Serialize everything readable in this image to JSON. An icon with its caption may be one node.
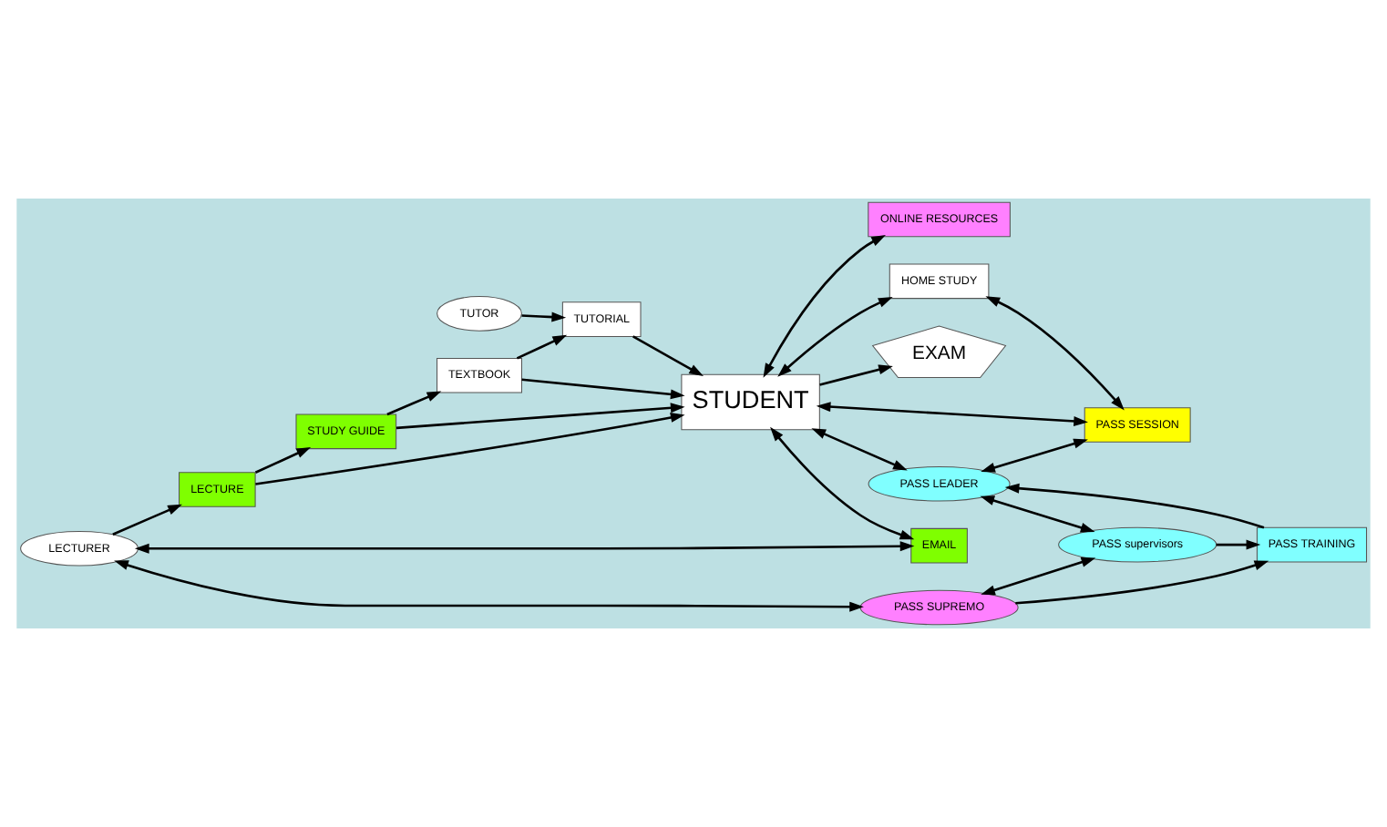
{
  "diagram": {
    "nodes": [
      {
        "text": [
          "TEXTBOOK"
        ]
      },
      {
        "text": [
          "STUDY GUIDE"
        ]
      },
      {
        "text": [
          "TUTORIAL"
        ]
      },
      {
        "text": [
          "TUTOR"
        ]
      },
      {
        "text": [
          "LECTURE"
        ]
      },
      {
        "text": [
          "LECTURER"
        ]
      },
      {
        "text": [
          "STUDENT"
        ]
      },
      {
        "text": [
          "ONLINE RESOURCES"
        ]
      },
      {
        "text": [
          "EMAIL"
        ]
      },
      {
        "text": [
          "HOME STUDY"
        ]
      },
      {
        "text": [
          "EXAM"
        ]
      },
      {
        "text": [
          "PASS SUPREMO"
        ]
      },
      {
        "text": [
          "PASS LEADER"
        ]
      },
      {
        "text": [
          "PASS SESSION"
        ]
      },
      {
        "text": [
          "PASS supervisors"
        ]
      },
      {
        "text": [
          "PASS TRAINING"
        ]
      }
    ],
    "edges": [
      {
        "from": 5,
        "to": 4,
        "arrow": "to"
      },
      {
        "from": 4,
        "to": 1,
        "arrow": "to"
      },
      {
        "from": 1,
        "to": 0,
        "arrow": "to"
      },
      {
        "from": 1,
        "to": 6,
        "arrow": "to"
      },
      {
        "from": 4,
        "to": 6,
        "arrow": "to"
      },
      {
        "from": 0,
        "to": 6,
        "arrow": "to"
      },
      {
        "from": 0,
        "to": 2,
        "arrow": "to"
      },
      {
        "from": 3,
        "to": 2,
        "arrow": "to"
      },
      {
        "from": 2,
        "to": 6,
        "arrow": "to"
      },
      {
        "from": 6,
        "to": 7,
        "arrow": "both"
      },
      {
        "from": 6,
        "to": 10,
        "arrow": "to"
      },
      {
        "from": 6,
        "to": 9,
        "arrow": "both"
      },
      {
        "from": 6,
        "to": 13,
        "arrow": "both"
      },
      {
        "from": 6,
        "to": 12,
        "arrow": "both"
      },
      {
        "from": 6,
        "to": 8,
        "arrow": "both"
      },
      {
        "from": 5,
        "to": 8,
        "arrow": "both"
      },
      {
        "from": 5,
        "to": 11,
        "arrow": "both"
      },
      {
        "from": 9,
        "to": 13,
        "arrow": "both"
      },
      {
        "from": 12,
        "to": 13,
        "arrow": "both"
      },
      {
        "from": 11,
        "to": 14,
        "arrow": "both"
      },
      {
        "from": 11,
        "to": 15,
        "arrow": "to"
      },
      {
        "from": 14,
        "to": 15,
        "arrow": "to"
      },
      {
        "from": 12,
        "to": 14,
        "arrow": "both"
      },
      {
        "from": 15,
        "to": 12,
        "arrow": "to"
      }
    ]
  }
}
